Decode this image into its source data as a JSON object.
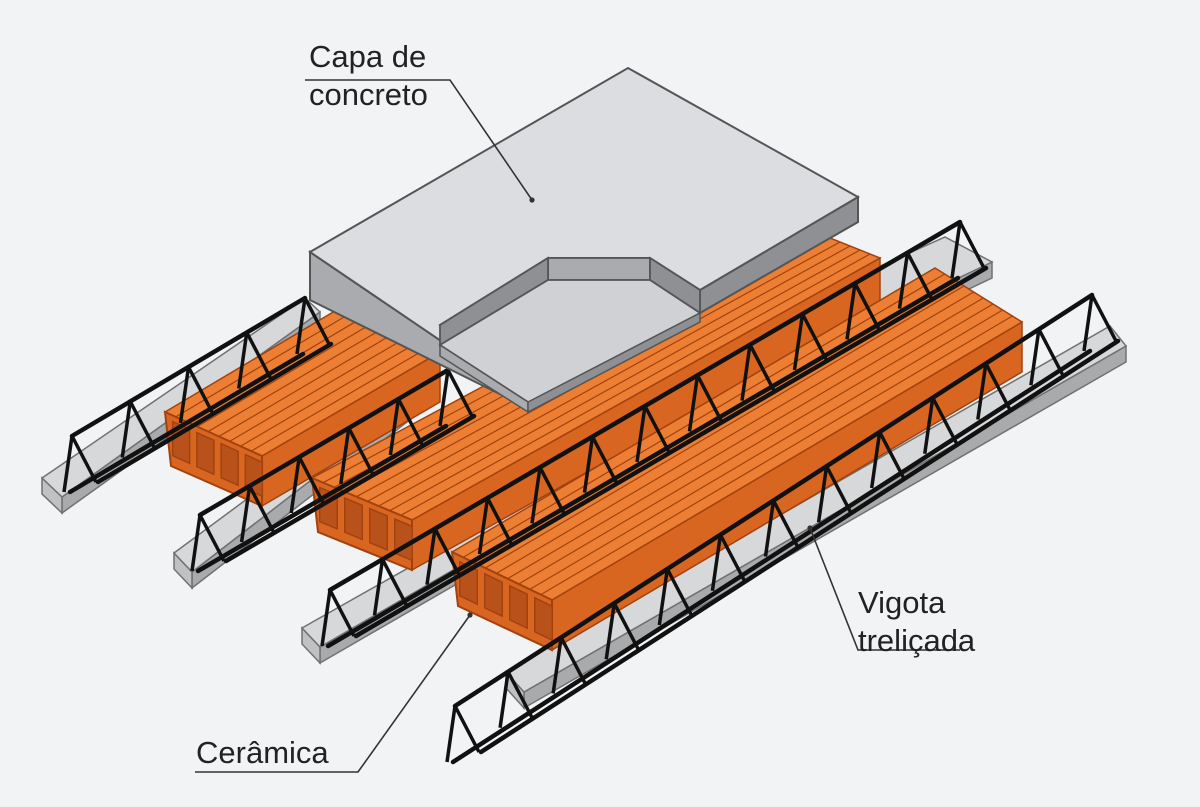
{
  "labels": {
    "capa": [
      "Capa de",
      "concreto"
    ],
    "vigota": [
      "Vigota",
      "treliçada"
    ],
    "ceramica": "Cerâmica"
  },
  "colors": {
    "background": "#f2f3f5",
    "concrete_top": "#dcdde0",
    "concrete_side": "#a9abae",
    "concrete_front": "#8e9093",
    "brick_top": "#ec7f33",
    "brick_side": "#d86520",
    "brick_line": "#a2420f",
    "beam_top": "#d7d8da",
    "beam_side": "#a8aaac",
    "truss": "#111111",
    "leader": "#333333"
  }
}
